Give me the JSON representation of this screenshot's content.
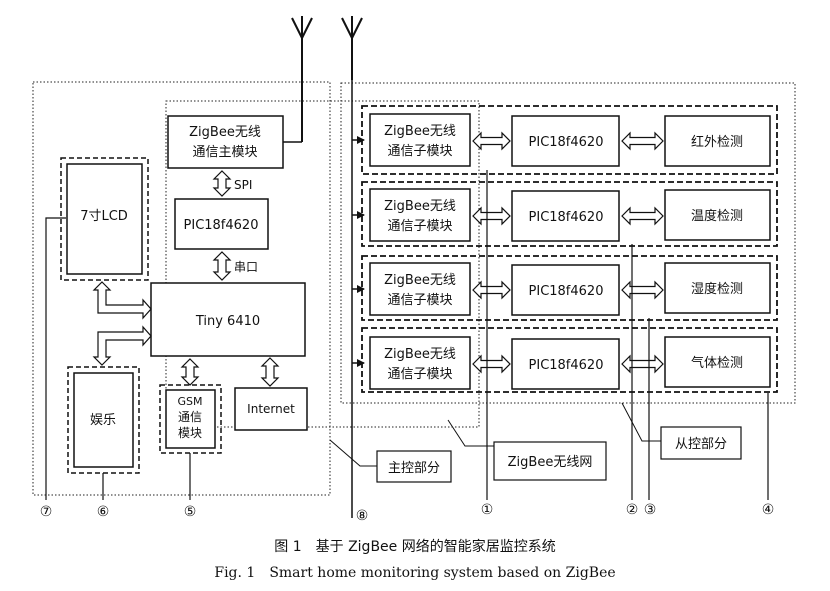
{
  "blocks": {
    "zigbee_master": [
      "ZigBee无线",
      "通信主模块"
    ],
    "pic_main": "PIC18f4620",
    "tiny": "Tiny 6410",
    "lcd": "7寸LCD",
    "entertainment": "娱乐",
    "gsm": [
      "GSM",
      "通信",
      "模块"
    ],
    "internet": "Internet",
    "spi": "SPI",
    "uart": "串口",
    "slave_zigbee": [
      "ZigBee无线",
      "通信子模块"
    ],
    "slave_pic": "PIC18f4620",
    "sensors": [
      "红外检测",
      "温度检测",
      "湿度检测",
      "气体检测"
    ],
    "main_part": "主控部分",
    "slave_part": "从控部分",
    "zigbee_net": "ZigBee无线网"
  },
  "markers": [
    "①",
    "②",
    "③",
    "④",
    "⑤",
    "⑥",
    "⑦",
    "⑧"
  ],
  "caption": {
    "cn": "图 1　基于 ZigBee 网络的智能家居监控系统",
    "en": "Fig. 1　Smart home monitoring system based on ZigBee"
  }
}
